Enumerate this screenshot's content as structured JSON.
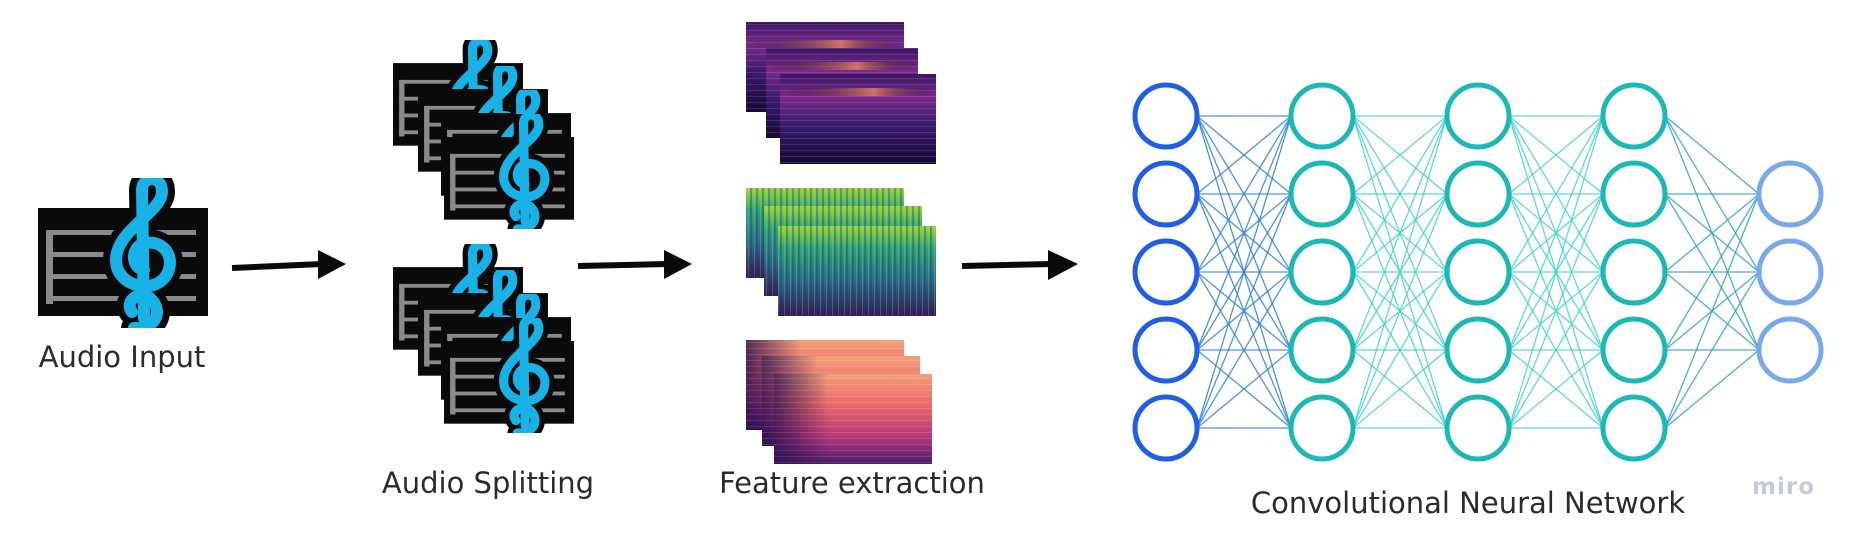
{
  "stages": {
    "input_label": "Audio Input",
    "splitting_label": "Audio Splitting",
    "features_label": "Feature extraction",
    "network_label": "Convolutional Neural Network"
  },
  "brand": {
    "watermark": "miro"
  },
  "icons": {
    "audio_icon": "treble-clef-icon",
    "arrow": "arrow-right-icon",
    "spectrogram": "spectrogram-image"
  },
  "network": {
    "layer_sizes": [
      5,
      5,
      5,
      5,
      3
    ],
    "layer_colors": [
      "#1f5fe0",
      "#1cb8b5",
      "#1cb8b5",
      "#1cb8b5",
      "#7aa8ec"
    ]
  },
  "colors": {
    "clef": "#18b2e6",
    "staff_bg": "#0a0a0a",
    "staff_lines": "#8a8a8a",
    "arrow": "#0a0a0a"
  }
}
